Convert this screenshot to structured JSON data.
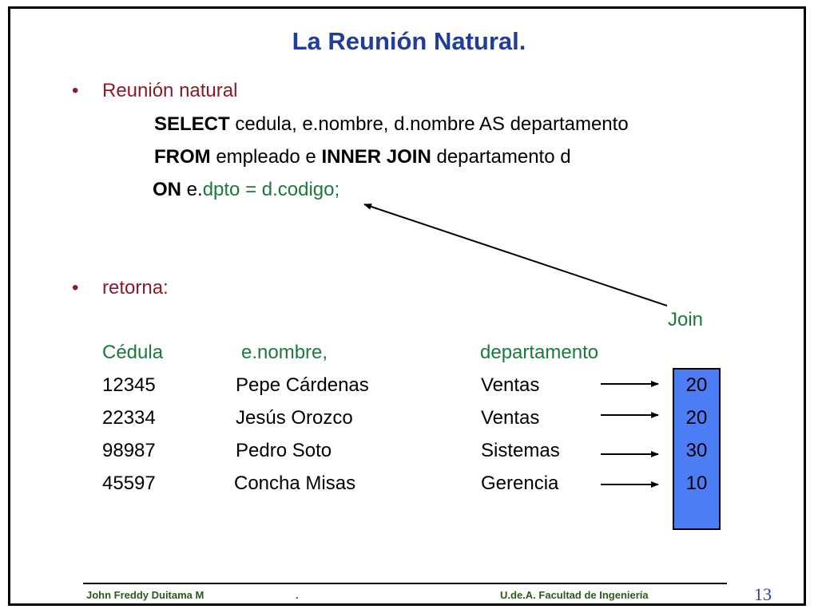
{
  "title": "La Reunión Natural.",
  "bullets": [
    {
      "marker": "•",
      "text": "Reunión natural"
    },
    {
      "marker": "•",
      "text": "retorna:"
    }
  ],
  "sql": {
    "line1_kw": "SELECT",
    "line1_rest": "cedula, e.nombre, d.nombre AS departamento",
    "line2_kw1": "FROM",
    "line2_mid": "empleado  e",
    "line2_kw2": "INNER JOIN",
    "line2_rest": "departamento d",
    "line3_kw": "ON",
    "line3_e": "e.",
    "line3_rest": "dpto = d.codigo;"
  },
  "join_label": "Join",
  "table": {
    "headers": [
      "Cédula",
      "e.nombre,",
      "departamento"
    ],
    "rows": [
      [
        "12345",
        "Pepe Cárdenas",
        "Ventas",
        "20"
      ],
      [
        "22334",
        "Jesús Orozco",
        "Ventas",
        "20"
      ],
      [
        "98987",
        "Pedro Soto",
        "Sistemas",
        "30"
      ],
      [
        "45597",
        "Concha Misas",
        "Gerencia",
        "10"
      ]
    ]
  },
  "footer": {
    "author": "John Freddy  Duitama M",
    "dot": ".",
    "institution": "U.de.A. Facultad de Ingeniería",
    "page": "13"
  },
  "colors": {
    "title": "#1f3d99",
    "bullet_text": "#8b1a2b",
    "green_text": "#1a7a3c",
    "code_box": "#4c7df5"
  }
}
